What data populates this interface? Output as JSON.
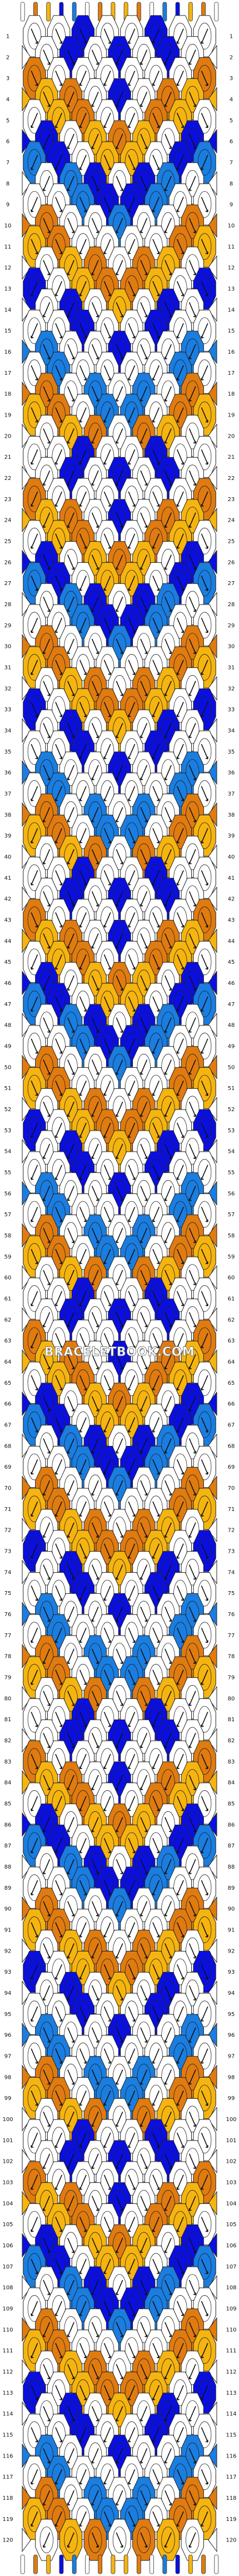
{
  "watermark": "BRACELETBOOK.COM",
  "rows": 120,
  "knots_per_row": 8,
  "strings": 16,
  "colors": {
    "white": "#ffffff",
    "orange": "#e07b10",
    "yellow": "#f5b40f",
    "blue": "#0a0fe0",
    "lightblue": "#1a7de0"
  },
  "string_colors": [
    "white",
    "orange",
    "yellow",
    "blue",
    "lightblue",
    "white",
    "orange",
    "yellow",
    "yellow",
    "orange",
    "white",
    "lightblue",
    "blue",
    "yellow",
    "orange",
    "white"
  ],
  "repeat_pattern": [
    [
      "white",
      "white",
      "blue",
      "white",
      "white",
      "blue",
      "white",
      "white"
    ],
    [
      "white",
      "blue",
      "white",
      "blue",
      "blue",
      "white",
      "blue",
      "white"
    ],
    [
      "orange",
      "white",
      "white",
      "white",
      "white",
      "white",
      "white",
      "orange"
    ],
    [
      "yellow",
      "orange",
      "white",
      "blue",
      "blue",
      "white",
      "orange",
      "yellow"
    ],
    [
      "white",
      "yellow",
      "orange",
      "white",
      "white",
      "orange",
      "yellow",
      "white"
    ],
    [
      "blue",
      "white",
      "yellow",
      "orange",
      "orange",
      "yellow",
      "white",
      "blue"
    ],
    [
      "lightblue",
      "blue",
      "white",
      "yellow",
      "yellow",
      "white",
      "blue",
      "lightblue"
    ],
    [
      "white",
      "lightblue",
      "blue",
      "white",
      "white",
      "blue",
      "lightblue",
      "white"
    ],
    [
      "white",
      "white",
      "lightblue",
      "blue",
      "blue",
      "lightblue",
      "white",
      "white"
    ],
    [
      "orange",
      "white",
      "white",
      "lightblue",
      "lightblue",
      "white",
      "white",
      "orange"
    ],
    [
      "yellow",
      "orange",
      "white",
      "white",
      "white",
      "white",
      "orange",
      "yellow"
    ],
    [
      "white",
      "yellow",
      "orange",
      "white",
      "white",
      "orange",
      "yellow",
      "white"
    ],
    [
      "blue",
      "white",
      "yellow",
      "orange",
      "orange",
      "yellow",
      "white",
      "blue"
    ],
    [
      "white",
      "blue",
      "white",
      "yellow",
      "yellow",
      "white",
      "blue",
      "white"
    ],
    [
      "white",
      "white",
      "blue",
      "white",
      "white",
      "blue",
      "white",
      "white"
    ],
    [
      "lightblue",
      "white",
      "white",
      "blue",
      "blue",
      "white",
      "white",
      "lightblue"
    ],
    [
      "white",
      "lightblue",
      "white",
      "white",
      "white",
      "white",
      "lightblue",
      "white"
    ],
    [
      "orange",
      "white",
      "lightblue",
      "white",
      "white",
      "lightblue",
      "white",
      "orange"
    ],
    [
      "yellow",
      "orange",
      "white",
      "lightblue",
      "lightblue",
      "white",
      "orange",
      "yellow"
    ],
    [
      "white",
      "yellow",
      "orange",
      "white",
      "white",
      "orange",
      "yellow",
      "white"
    ]
  ],
  "arrow_pattern": [
    "r",
    "r",
    "r",
    "r",
    "l",
    "l",
    "l",
    "l",
    "l",
    "r",
    "r",
    "r",
    "l",
    "l",
    "l",
    "r"
  ]
}
